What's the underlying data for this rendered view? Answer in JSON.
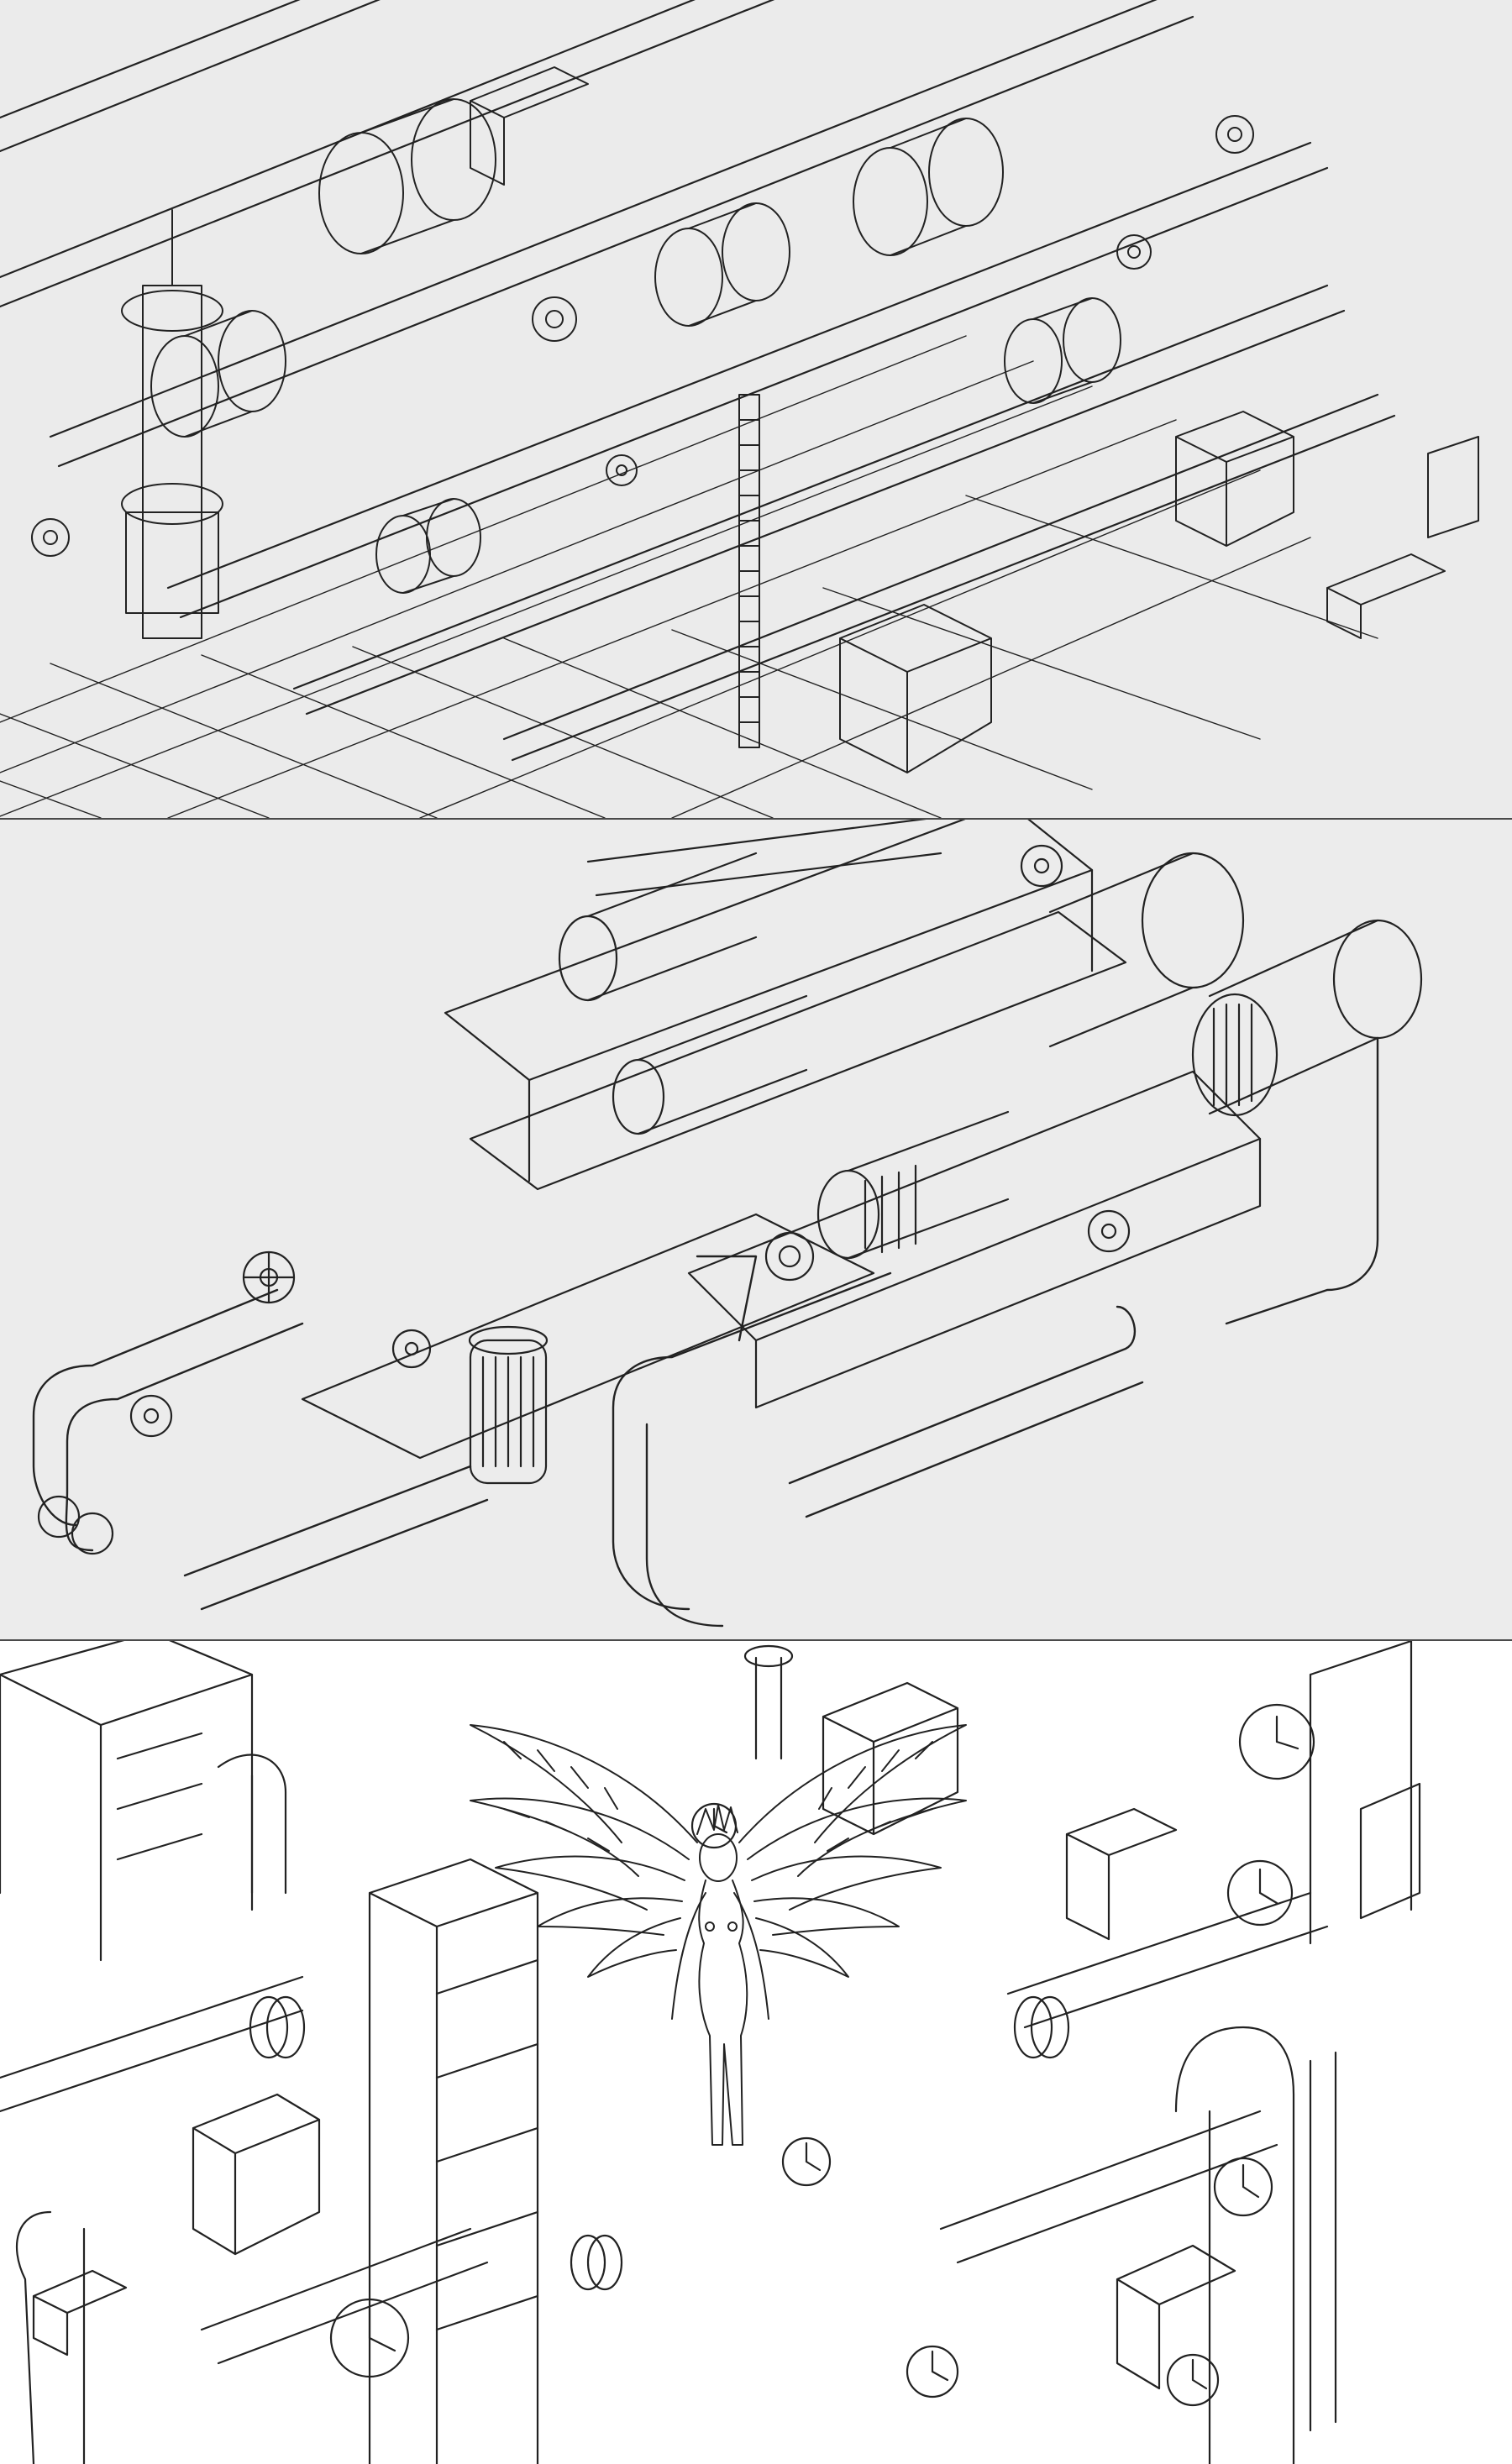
{
  "colors": {
    "panel_1_background": "#ebebeb",
    "panel_2_background": "#ececec",
    "panel_3_background": "#ffffff",
    "line": "#222222",
    "divider": "#4a4a4a"
  },
  "panels": [
    {
      "id": "panel-1",
      "subject": "isometric-industrial-piping-plant"
    },
    {
      "id": "panel-2",
      "subject": "isometric-pump-and-motor-assembly"
    },
    {
      "id": "panel-3",
      "subject": "winged-figure-among-machinery-with-gauges"
    }
  ]
}
